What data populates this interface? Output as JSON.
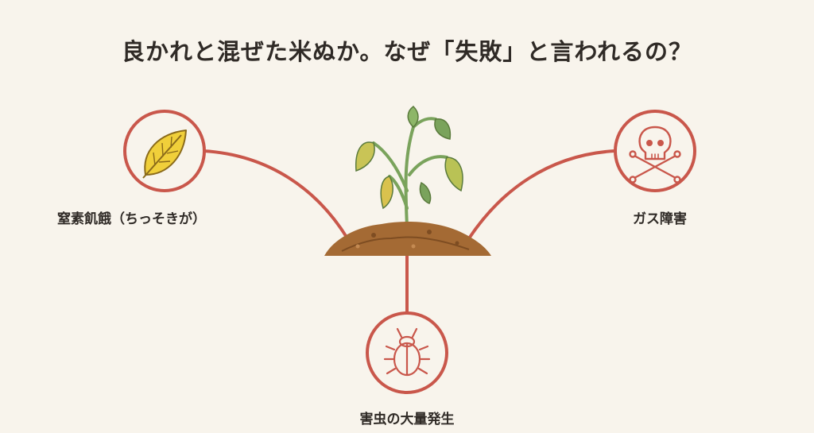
{
  "title": "良かれと混ぜた米ぬか。なぜ「失敗」と言われるの？",
  "nodes": {
    "left": {
      "label": "窒素飢餓（ちっそきが）",
      "icon": "yellow-leaf-icon"
    },
    "right": {
      "label": "ガス障害",
      "icon": "skull-crossbones-icon"
    },
    "bottom": {
      "label": "害虫の大量発生",
      "icon": "beetle-icon"
    },
    "center": {
      "icon": "wilting-plant-icon"
    }
  },
  "colors": {
    "background": "#f8f4ec",
    "connector": "#c9574b",
    "circle_fill": "#f8f4ec",
    "leaf_yellow": "#f0cf3a",
    "soil": "#a46a34",
    "stem": "#7aa35c"
  }
}
